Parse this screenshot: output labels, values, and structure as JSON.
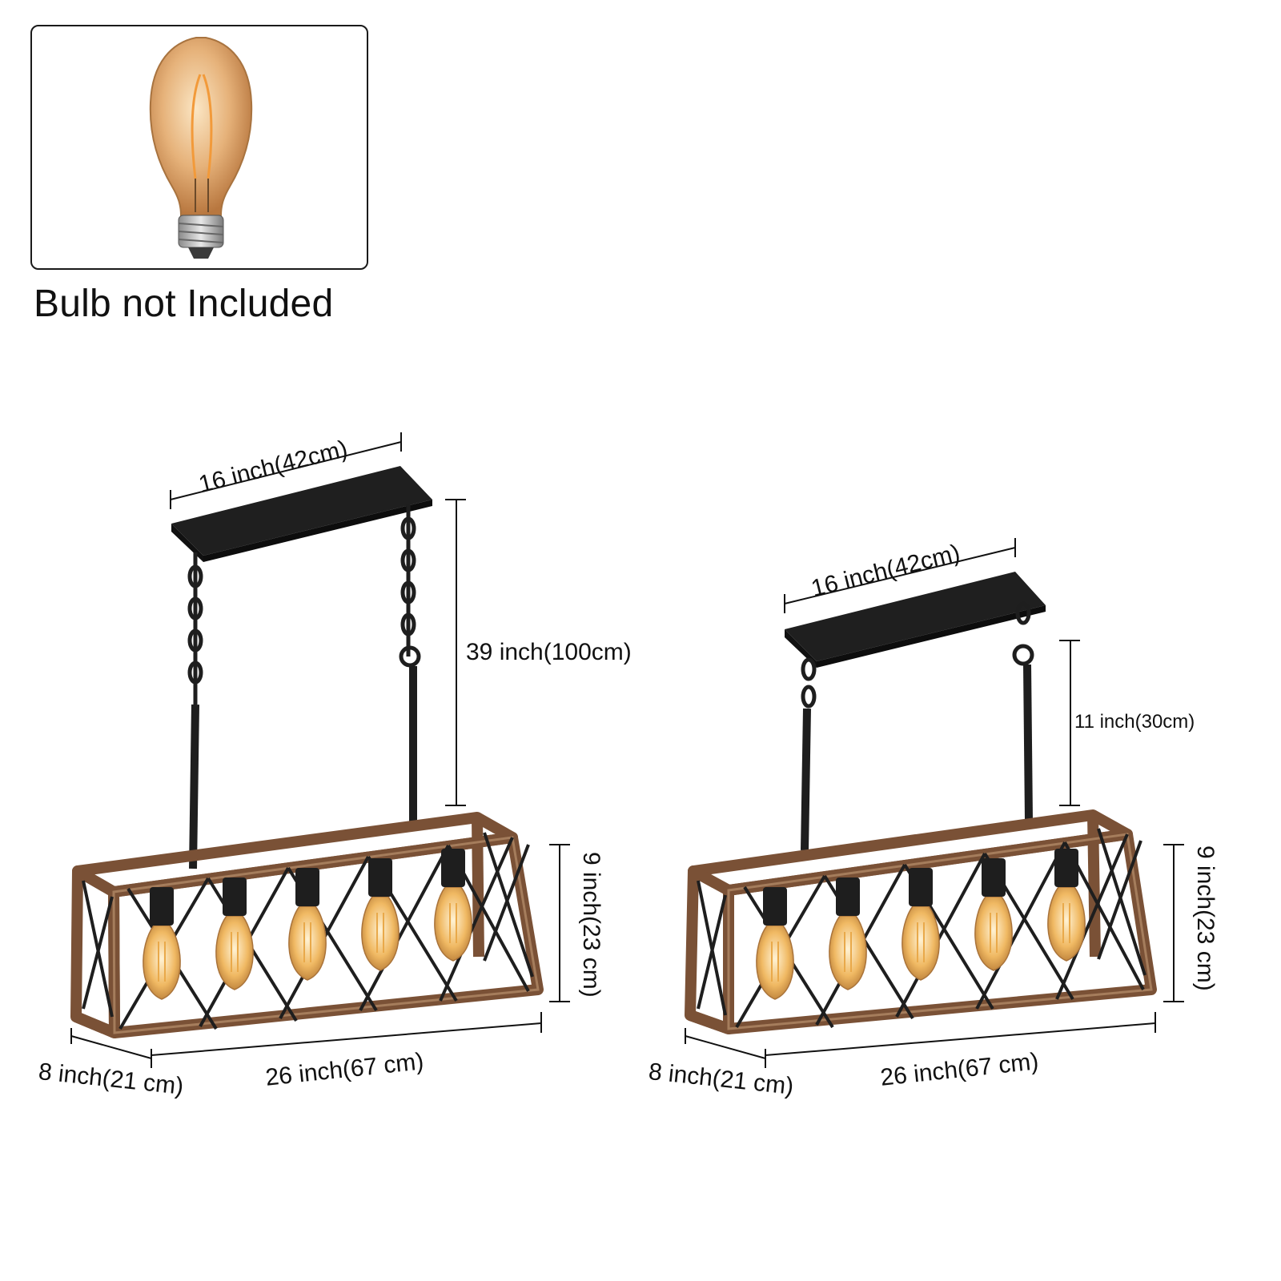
{
  "bulb_notice": {
    "caption": "Bulb not Included"
  },
  "variants": [
    {
      "id": "long-chain",
      "canopy_width": "16 inch(42cm)",
      "hanging_length": "39 inch(100cm)",
      "fixture_height": "9 inch(23 cm)",
      "fixture_depth": "8 inch(21 cm)",
      "fixture_length": "26 inch(67 cm)",
      "bulb_count": 5
    },
    {
      "id": "short-rod",
      "canopy_width": "16 inch(42cm)",
      "hanging_length": "11 inch(30cm)",
      "fixture_height": "9 inch(23 cm)",
      "fixture_depth": "8 inch(21 cm)",
      "fixture_length": "26 inch(67 cm)",
      "bulb_count": 5
    }
  ],
  "colors": {
    "wood": "#7a5136",
    "wood_light": "#a57d5c",
    "metal": "#1e1e1e",
    "bulb_glow": "#e9a94a"
  }
}
